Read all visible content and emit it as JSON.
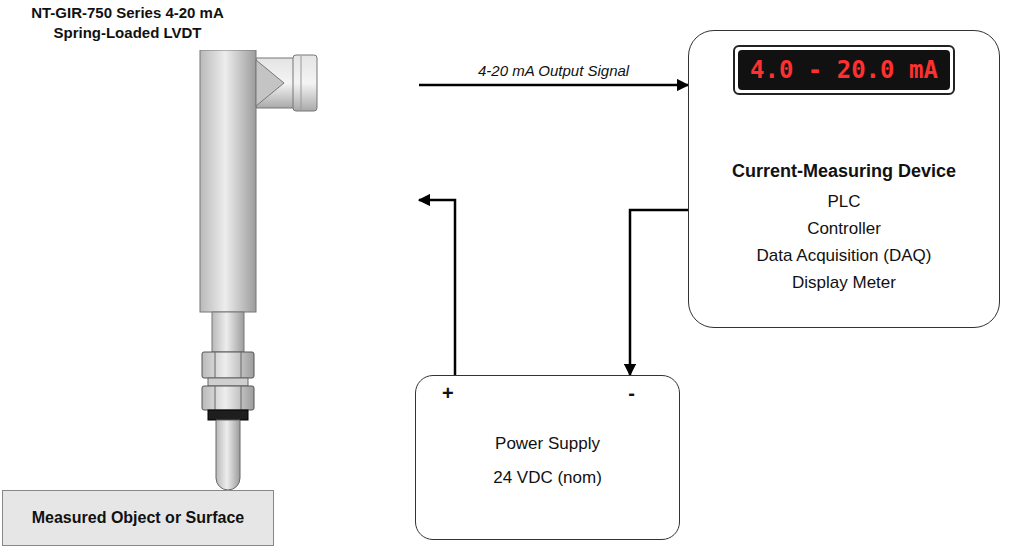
{
  "diagram": {
    "nodes": [
      {
        "text": [
          "NT-GIR-750 Series 4-20 mA Spring-Loaded LVDT"
        ]
      },
      {
        "text": [
          "Current-Measuring Device",
          "PLC",
          "Controller",
          "Data Acquisition (DAQ)",
          "Display Meter"
        ]
      },
      {
        "text": [
          "4.0 - 20.0 mA"
        ],
        "in": 1
      },
      {
        "text": [
          "+",
          "-",
          "Power Supply",
          "24 VDC (nom)"
        ]
      },
      {
        "text": [
          "Measured Object or Surface"
        ]
      }
    ],
    "edges": [
      {
        "from": 0,
        "to": 1,
        "arrow": "to",
        "label": "4-20 mA Output Signal"
      },
      {
        "from": 1,
        "to": 3,
        "arrow": "to"
      },
      {
        "from": 3,
        "to": 0,
        "arrow": "to"
      }
    ]
  }
}
